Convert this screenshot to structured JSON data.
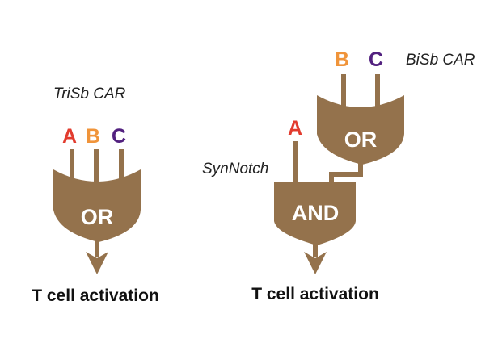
{
  "colors": {
    "gate": "#94724c",
    "input_a": "#e23b2e",
    "input_b": "#f0943a",
    "input_c": "#52217f"
  },
  "left_circuit": {
    "construct_label": "TriSb CAR",
    "inputs": [
      "A",
      "B",
      "C"
    ],
    "gate_label": "OR",
    "output_label": "T cell activation"
  },
  "right_circuit": {
    "upper_construct_label": "BiSb CAR",
    "upper_inputs": [
      "B",
      "C"
    ],
    "upper_gate_label": "OR",
    "lower_construct_label": "SynNotch",
    "lower_input": "A",
    "lower_gate_label": "AND",
    "output_label": "T cell activation"
  }
}
